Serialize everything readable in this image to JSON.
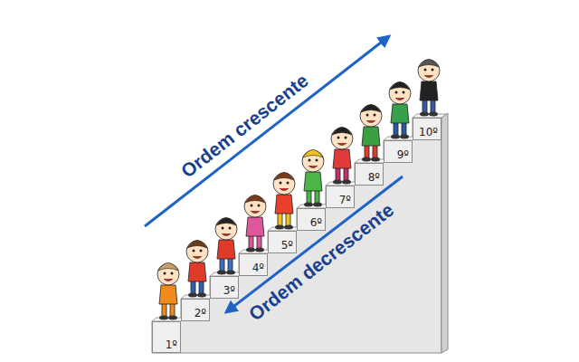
{
  "diagram": {
    "nodes": [
      {
        "text": [
          "1º"
        ]
      },
      {
        "text": [
          "2º"
        ]
      },
      {
        "text": [
          "3º"
        ]
      },
      {
        "text": [
          "4º"
        ]
      },
      {
        "text": [
          "5º"
        ]
      },
      {
        "text": [
          "6º"
        ]
      },
      {
        "text": [
          "7º"
        ]
      },
      {
        "text": [
          "8º"
        ]
      },
      {
        "text": [
          "9º"
        ]
      },
      {
        "text": [
          "10º"
        ]
      }
    ],
    "labels": [
      "Ordem crescente",
      "Ordem decrescente"
    ]
  }
}
